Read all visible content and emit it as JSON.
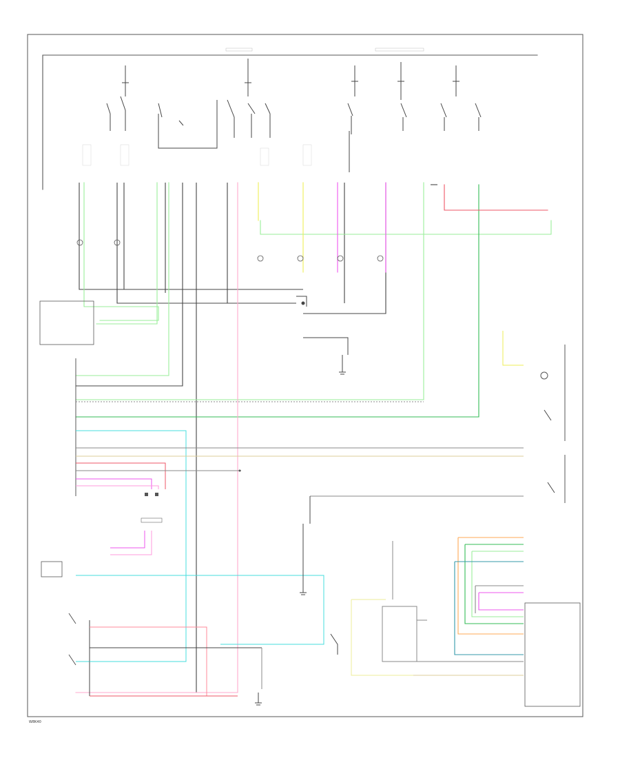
{
  "colors": {
    "black": "#333333",
    "grey": "#8c8c8c",
    "light_green": "#99ee99",
    "dark_green": "#33bb55",
    "pink": "#ff8899",
    "red": "#ee5566",
    "yellow": "#eeee55",
    "violet": "#ee55ee",
    "cyan": "#44dddd",
    "tan": "#ddcc99",
    "orange": "#ffaa55",
    "teal_blue": "#3399aa"
  },
  "icons": [
    "ground-symbol",
    "fuse-symbol",
    "switch-contact",
    "lamp-symbol"
  ],
  "footer": {
    "code": "W8K40"
  }
}
